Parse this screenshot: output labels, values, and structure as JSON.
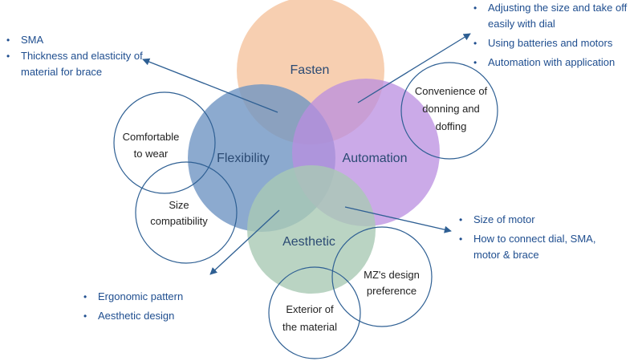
{
  "colors": {
    "fasten": "#f6c7a3",
    "flexibility": "#6f95c3",
    "automation": "#b98de0",
    "aesthetic": "#a9c9b4",
    "label": "#2b4a73",
    "bullet_text": "#1f4e8f",
    "outline": "#2e5f93"
  },
  "main_circles": {
    "fasten": "Fasten",
    "flexibility": "Flexibility",
    "automation": "Automation",
    "aesthetic": "Aesthetic"
  },
  "small_circles": {
    "comfortable": [
      "Comfortable",
      "to wear"
    ],
    "size": [
      "Size",
      "compatibility"
    ],
    "convenience": [
      "Convenience of",
      "donning and",
      "doffing"
    ],
    "mz": [
      "MZ's design",
      "preference"
    ],
    "exterior": [
      "Exterior of",
      "the material"
    ]
  },
  "bullets": {
    "top_left": [
      "SMA",
      "Thickness and elasticity of material  for brace"
    ],
    "top_right": [
      "Adjusting the size and take off easily with dial",
      "Using batteries and motors",
      "Automation with application"
    ],
    "right": [
      "Size of motor",
      "How to connect dial, SMA, motor & brace"
    ],
    "bottom_left": [
      "Ergonomic pattern",
      "Aesthetic design"
    ]
  }
}
